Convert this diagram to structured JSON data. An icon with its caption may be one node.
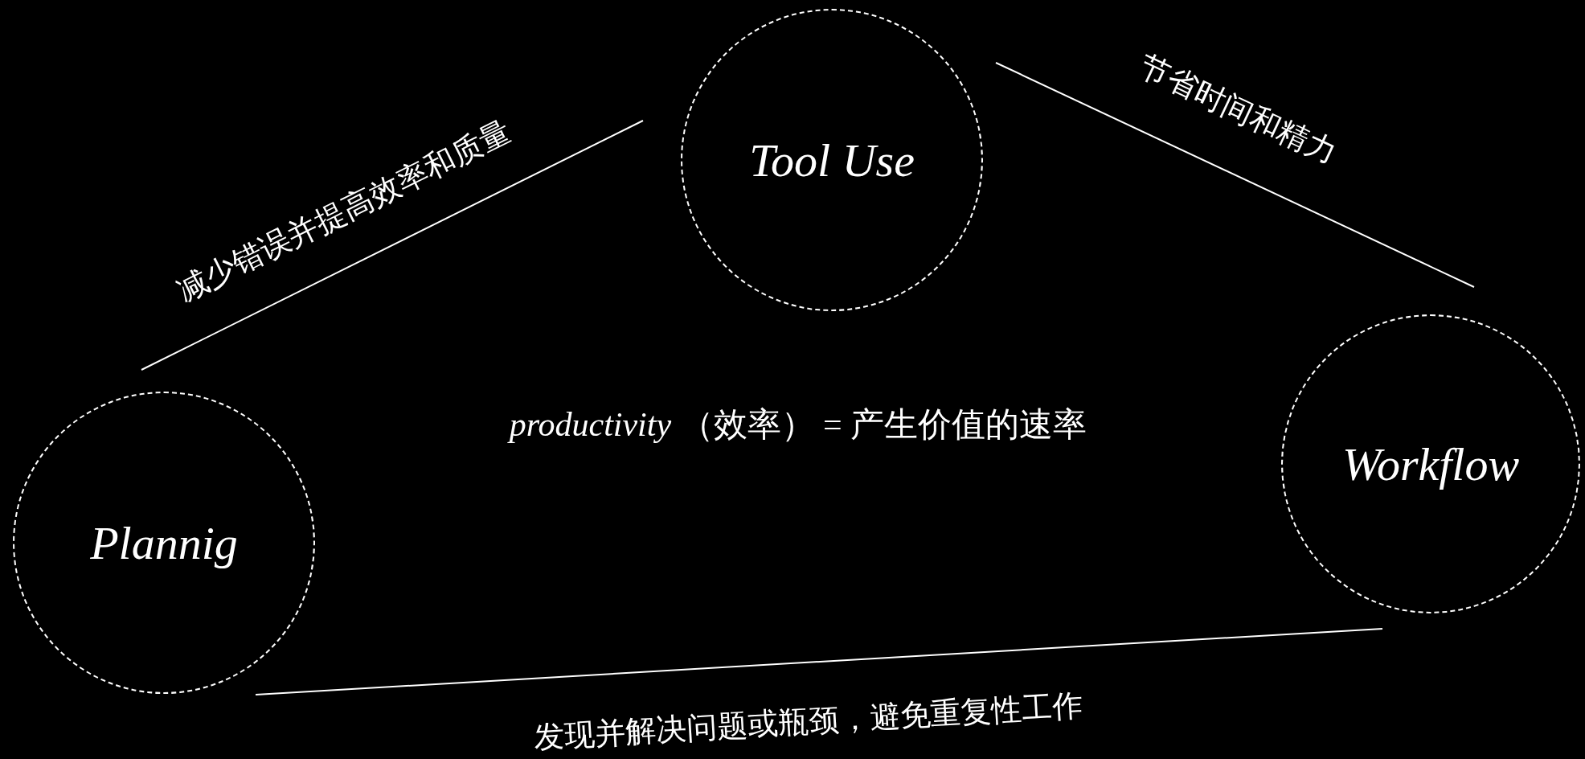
{
  "diagram": {
    "nodes": [
      {
        "text": [
          "Tool Use"
        ]
      },
      {
        "text": [
          "Plannig"
        ]
      },
      {
        "text": [
          "Workflow"
        ]
      }
    ],
    "edges": [
      {
        "from": 1,
        "to": 0,
        "arrow": "none",
        "label": "减少错误并提高效率和质量"
      },
      {
        "from": 0,
        "to": 2,
        "arrow": "none",
        "label": "节省时间和精力"
      },
      {
        "from": 1,
        "to": 2,
        "arrow": "none",
        "label": "发现并解决问题或瓶颈，避免重复性工作"
      }
    ],
    "labels": [
      "*productivity* （效率） = 产生价值的速率"
    ]
  }
}
